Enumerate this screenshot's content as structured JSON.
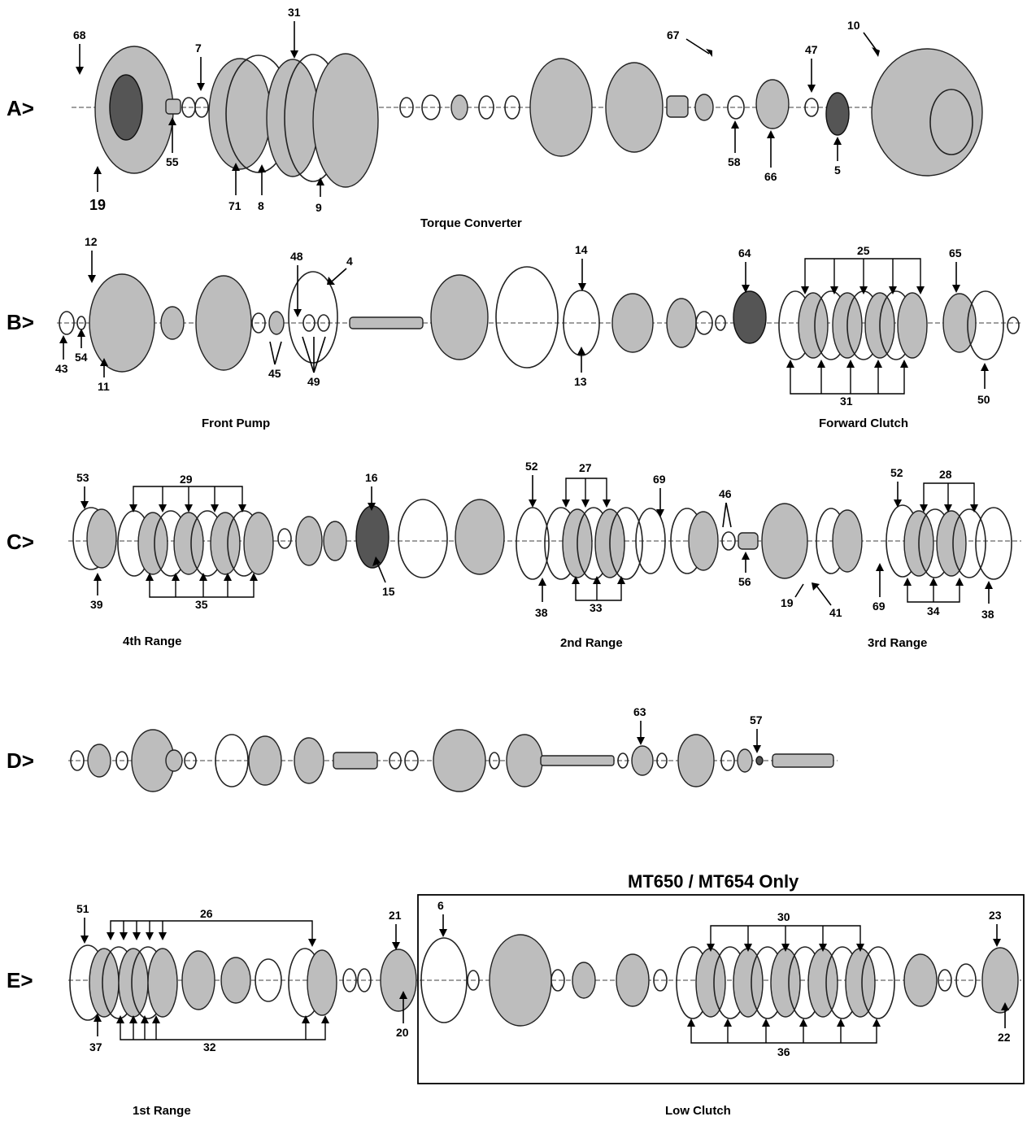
{
  "rows": [
    {
      "letter": "A>",
      "section": "Torque Converter"
    },
    {
      "letter": "B>",
      "sections": [
        "Front Pump",
        "Forward Clutch"
      ]
    },
    {
      "letter": "C>",
      "sections": [
        "4th Range",
        "2nd Range",
        "3rd Range"
      ]
    },
    {
      "letter": "D>"
    },
    {
      "letter": "E>",
      "sections": [
        "1st Range",
        "Low Clutch"
      ],
      "box_title": "MT650 / MT654 Only"
    }
  ],
  "callouts": {
    "a": [
      "68",
      "7",
      "31",
      "67",
      "47",
      "10",
      "55",
      "19",
      "71",
      "8",
      "9",
      "58",
      "66",
      "5"
    ],
    "b": [
      "12",
      "48",
      "4",
      "14",
      "64",
      "25",
      "65",
      "43",
      "54",
      "11",
      "45",
      "49",
      "13",
      "31",
      "50"
    ],
    "c": [
      "53",
      "29",
      "16",
      "52",
      "27",
      "69",
      "46",
      "52",
      "28",
      "39",
      "35",
      "15",
      "38",
      "33",
      "56",
      "19",
      "41",
      "69",
      "34",
      "38"
    ],
    "d": [
      "63",
      "57"
    ],
    "e": [
      "51",
      "26",
      "21",
      "6",
      "30",
      "23",
      "37",
      "32",
      "20",
      "36",
      "22"
    ]
  },
  "labels": {
    "row_a": "A>",
    "row_b": "B>",
    "row_c": "C>",
    "row_d": "D>",
    "row_e": "E>",
    "torque_converter": "Torque Converter",
    "front_pump": "Front Pump",
    "forward_clutch": "Forward Clutch",
    "fourth_range": "4th Range",
    "second_range": "2nd Range",
    "third_range": "3rd Range",
    "first_range": "1st Range",
    "low_clutch": "Low Clutch",
    "mt650_title": "MT650 / MT654 Only"
  }
}
